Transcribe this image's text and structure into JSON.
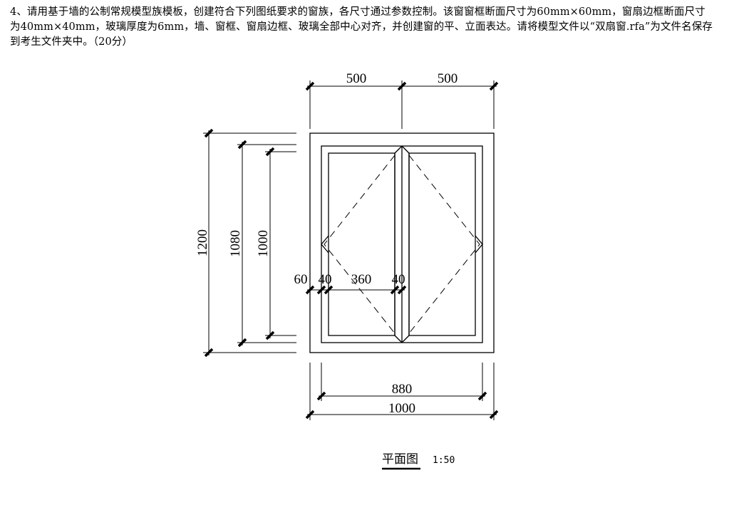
{
  "question": {
    "text": "4、请用基于墙的公制常规模型族模板，创建符合下列图纸要求的窗族，各尺寸通过参数控制。该窗窗框断面尺寸为60mm×60mm，窗扇边框断面尺寸为40mm×40mm，玻璃厚度为6mm，墙、窗框、窗扇边框、玻璃全部中心对齐，并创建窗的平、立面表达。请将模型文件以“双扇窗.rfa”为文件名保存到考生文件夹中。（20分）"
  },
  "drawing": {
    "dim_top_left": "500",
    "dim_top_right": "500",
    "dim_left_outer": "1200",
    "dim_left_middle": "1080",
    "dim_left_inner": "1000",
    "dim_frame": "60",
    "dim_sash_left": "40",
    "dim_glass": "360",
    "dim_sash_right": "40",
    "dim_bottom_inner": "880",
    "dim_bottom_outer": "1000",
    "caption": "平面图",
    "scale": "1:50"
  }
}
